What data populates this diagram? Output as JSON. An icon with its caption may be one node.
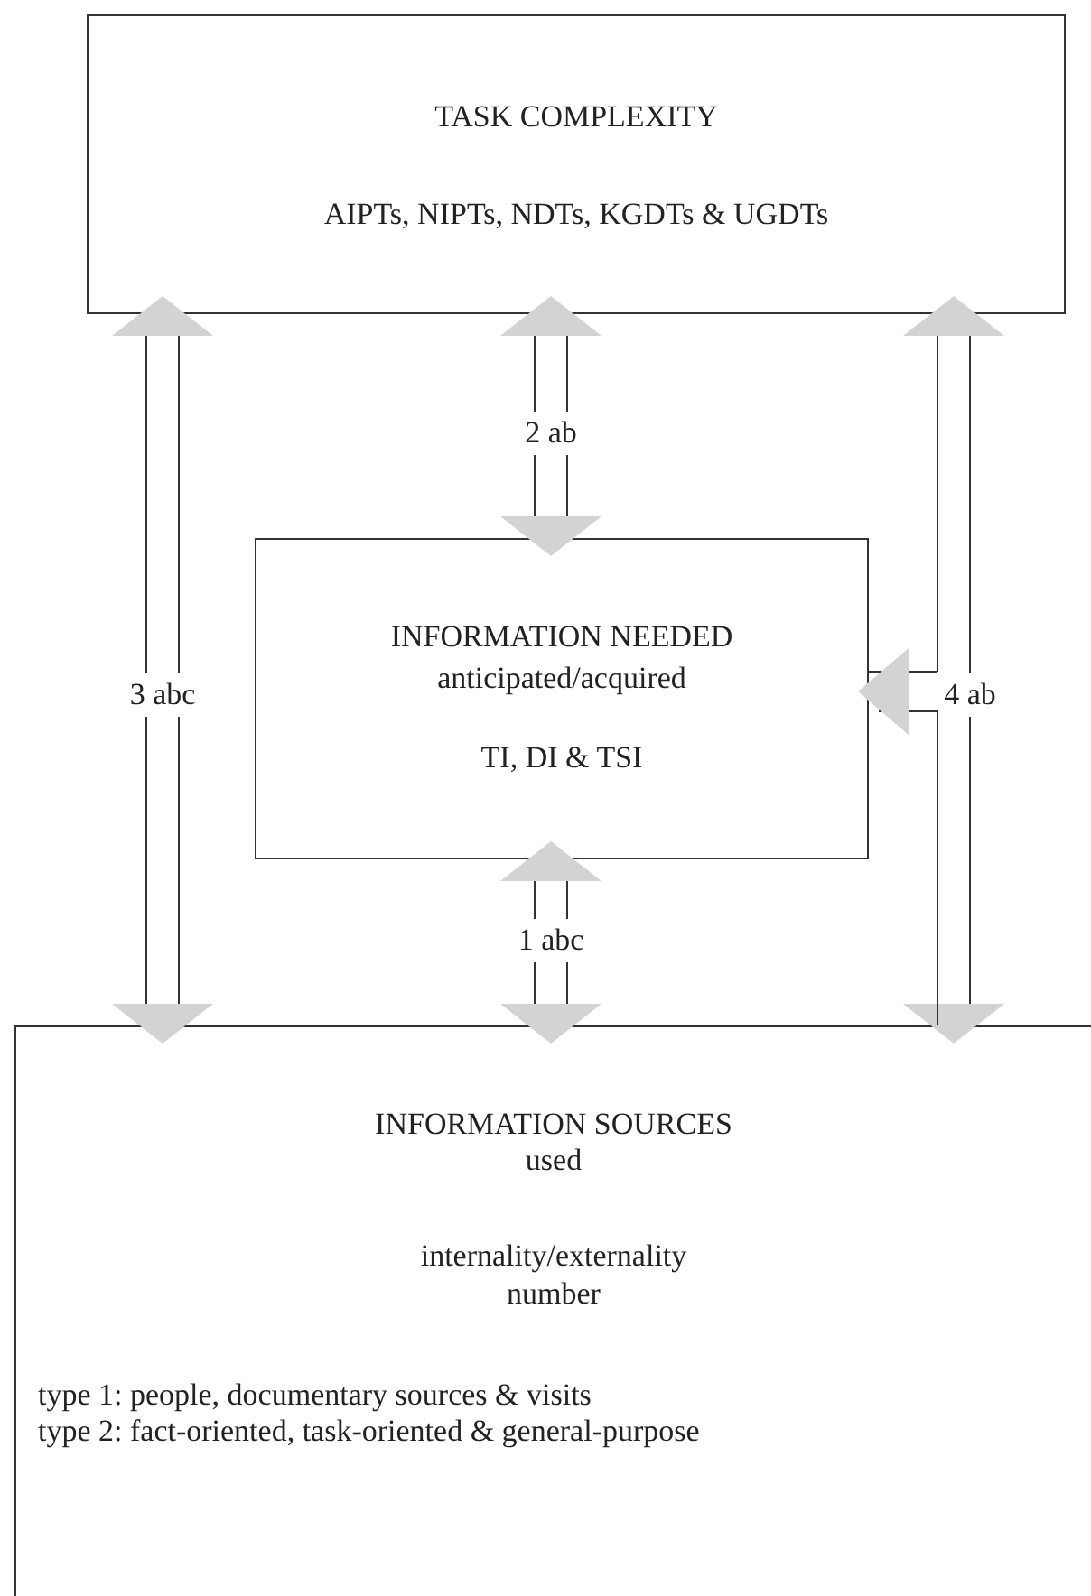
{
  "diagram": {
    "nodes": [
      {
        "text": [
          "TASK COMPLEXITY",
          "AIPTs, NIPTs, NDTs, KGDTs & UGDTs"
        ]
      },
      {
        "text": [
          "INFORMATION NEEDED",
          "anticipated/acquired",
          "TI, DI & TSI"
        ]
      },
      {
        "text": [
          "INFORMATION SOURCES",
          "used",
          "internality/externality",
          "number",
          "type 1: people, documentary sources & visits",
          "type 2: fact-oriented, task-oriented & general-purpose"
        ]
      }
    ],
    "edges": [
      {
        "from": 0,
        "to": 1,
        "arrow": "both",
        "label": "2 ab"
      },
      {
        "from": 1,
        "to": 2,
        "arrow": "both",
        "label": "1 abc"
      },
      {
        "from": 0,
        "to": 2,
        "arrow": "both",
        "label": "3 abc"
      },
      {
        "from": 0,
        "to": 2,
        "arrow": "both",
        "label": "4 ab"
      },
      {
        "from": 2,
        "to": 1,
        "arrow": "to"
      }
    ]
  }
}
